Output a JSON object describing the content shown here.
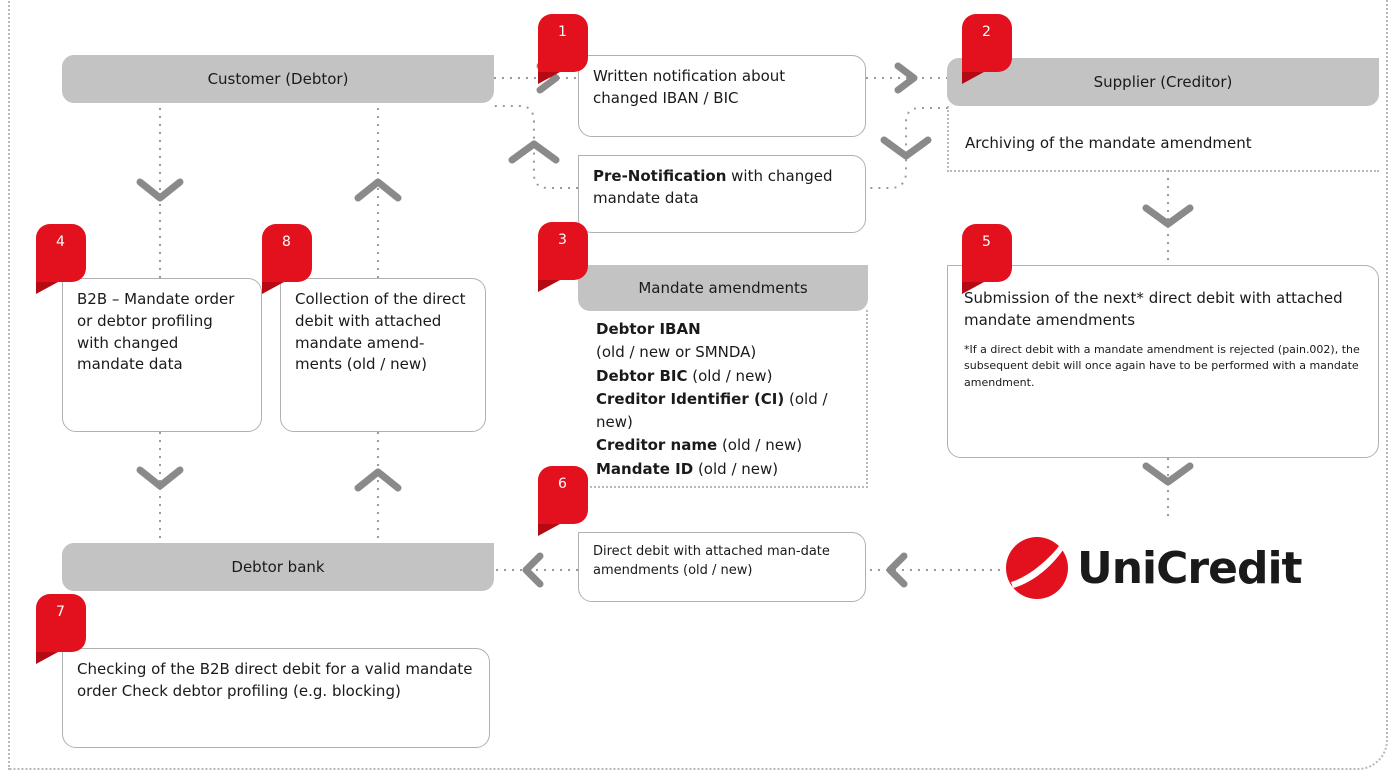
{
  "headers": {
    "customer": "Customer (Debtor)",
    "supplier": "Supplier (Creditor)",
    "mandate_amendments": "Mandate amendments",
    "debtor_bank": "Debtor bank"
  },
  "steps": [
    "1",
    "2",
    "3",
    "4",
    "5",
    "6",
    "7",
    "8"
  ],
  "boxes": {
    "written_notification": "Written notification about changed IBAN / BIC",
    "pre_notification_bold": "Pre-Notification",
    "pre_notification_rest": " with changed mandate data",
    "archiving": "Archiving of the mandate amendment",
    "b2b_mandate": "B2B – Mandate order or debtor profiling with changed mandate data",
    "collection": "Collection of the direct debit with attached mandate amend-ments (old / new)",
    "submission": "Submission of the next* direct debit with attached mandate amendments",
    "submission_note": "*If a direct debit with a mandate amendment is rejected (pain.002), the subsequent debit will once again have to be performed with a mandate amendment.",
    "direct_debit": "Direct debit with attached man-date amendments (old / new)",
    "checking": "Checking of the B2B direct debit for a valid mandate order Check debtor profiling (e.g. blocking)"
  },
  "mandate_items": [
    {
      "bold": "Debtor IBAN",
      "rest": ""
    },
    {
      "bold": "",
      "rest": "(old / new or SMNDA)"
    },
    {
      "bold": "Debtor BIC",
      "rest": " (old / new)"
    },
    {
      "bold": "Creditor Identifier (CI)",
      "rest": " (old / new)"
    },
    {
      "bold": "Creditor name",
      "rest": " (old / new)"
    },
    {
      "bold": "Mandate ID",
      "rest": " (old / new)"
    }
  ],
  "logo_text": "UniCredit",
  "colors": {
    "accent": "#e3101d",
    "header_gray": "#c3c3c3",
    "line_gray": "#b9b9b9"
  }
}
